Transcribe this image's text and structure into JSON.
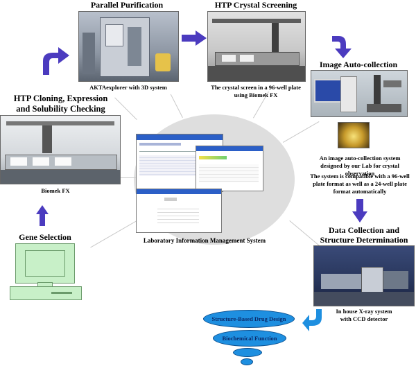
{
  "nodes": {
    "parallel_purification": {
      "title": "Parallel Purification",
      "caption": "AKTAexplorer with 3D system"
    },
    "htp_crystal_screening": {
      "title": "HTP Crystal Screening",
      "caption": "The crystal screen in a 96-well plate using Biomek FX"
    },
    "image_auto_collection": {
      "title": "Image Auto-collection",
      "caption1": "An image auto-collection system designed by our Lab for crystal observation",
      "caption2": "The system is compatible with a 96-well plate format as well as a 24-well plate format automatically"
    },
    "htp_cloning": {
      "title_line1": "HTP Cloning, Expression",
      "title_line2": "and Solubility Checking",
      "caption": "Biomek FX"
    },
    "gene_selection": {
      "title": "Gene Selection"
    },
    "lims": {
      "caption": "Laboratory Information Management System"
    },
    "data_collection": {
      "title_line1": "Data Collection and",
      "title_line2": "Structure Determination",
      "caption_line1": "In house X-ray system",
      "caption_line2": "with CCD detector"
    }
  },
  "outcomes": {
    "drug_design": "Structure-Based Drug Design",
    "biochemical_function": "Biochemical Function"
  },
  "colors": {
    "arrow": "#4b3bbf",
    "hub": "#dcdcdc",
    "bubble": "#1e8fe0",
    "monitor_green": "#c8f0c8"
  }
}
